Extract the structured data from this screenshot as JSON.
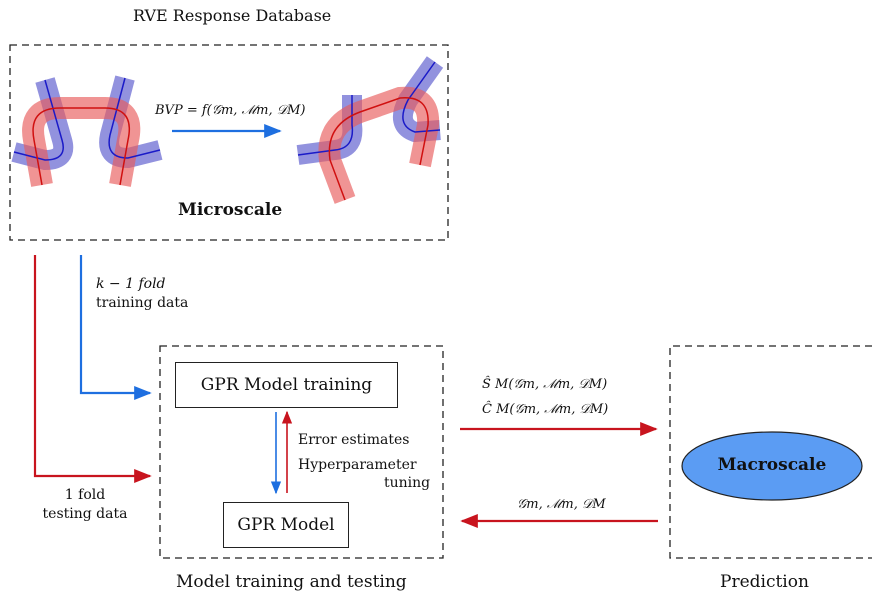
{
  "header_title": "RVE Response Database",
  "microscale": {
    "label": "Microscale",
    "bvp_label": "BVP = f(𝒢m, ℳm, 𝒟M)"
  },
  "left_flows": {
    "training_line1": "k − 1 fold",
    "training_line2": "training data",
    "testing_line1": "1 fold",
    "testing_line2": "testing data"
  },
  "model_block": {
    "training_box": "GPR Model training",
    "model_box": "GPR Model",
    "error_label": "Error estimates",
    "hyper_label_1": "Hyperparameter",
    "hyper_label_2": "tuning",
    "caption": "Model training and testing"
  },
  "outputs": {
    "stress": "Ŝ M(𝒢m, ℳm, 𝒟M)",
    "tangent": "Ĉ M(𝒢m, ℳm, 𝒟M)",
    "inputs": "𝒢m, ℳm, 𝒟M"
  },
  "prediction": {
    "macroscale_label": "Macroscale",
    "caption": "Prediction"
  },
  "colors": {
    "red_arrow": "#c8141e",
    "blue_arrow": "#1e6fe0",
    "macroscale_fill": "#5b9cf3",
    "fiber_red": "#e85a5a",
    "fiber_blue": "#4a4ac8"
  }
}
